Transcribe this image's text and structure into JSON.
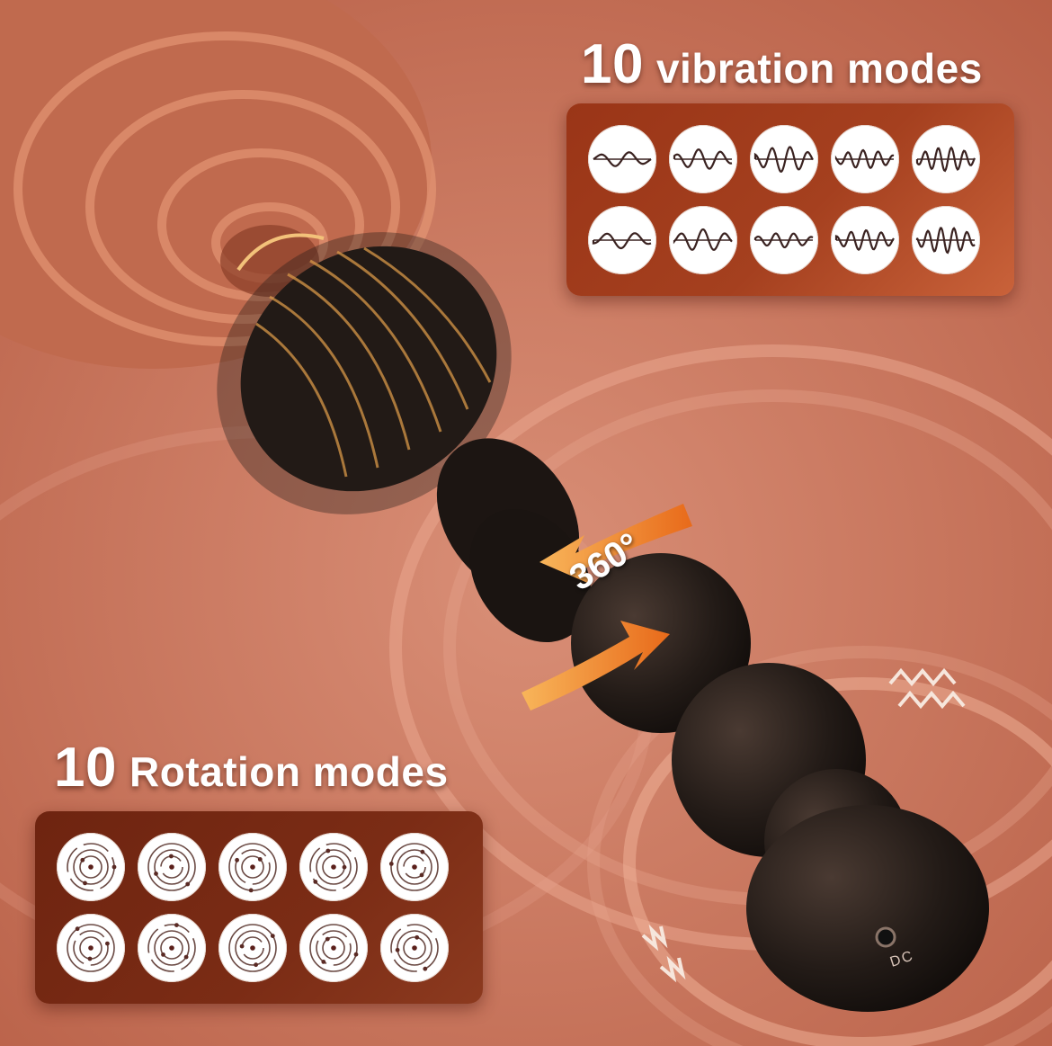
{
  "vibration": {
    "count": "10",
    "label": "vibration modes",
    "icons": [
      "wave-mode-1-icon",
      "wave-mode-2-icon",
      "wave-mode-3-icon",
      "wave-mode-4-icon",
      "wave-mode-5-icon",
      "wave-mode-6-icon",
      "wave-mode-7-icon",
      "wave-mode-8-icon",
      "wave-mode-9-icon",
      "wave-mode-10-icon"
    ]
  },
  "rotation": {
    "count": "10",
    "label": "Rotation modes",
    "icons": [
      "orbit-mode-1-icon",
      "orbit-mode-2-icon",
      "orbit-mode-3-icon",
      "orbit-mode-4-icon",
      "orbit-mode-5-icon",
      "orbit-mode-6-icon",
      "orbit-mode-7-icon",
      "orbit-mode-8-icon",
      "orbit-mode-9-icon",
      "orbit-mode-10-icon"
    ]
  },
  "rotation_badge": "360°",
  "port_label": "DC",
  "colors": {
    "background": "#c97a62",
    "vibration_panel": "#a5401f",
    "rotation_panel": "#7b2c15",
    "product": "#1e1916",
    "arrow": "#f08a2c"
  }
}
